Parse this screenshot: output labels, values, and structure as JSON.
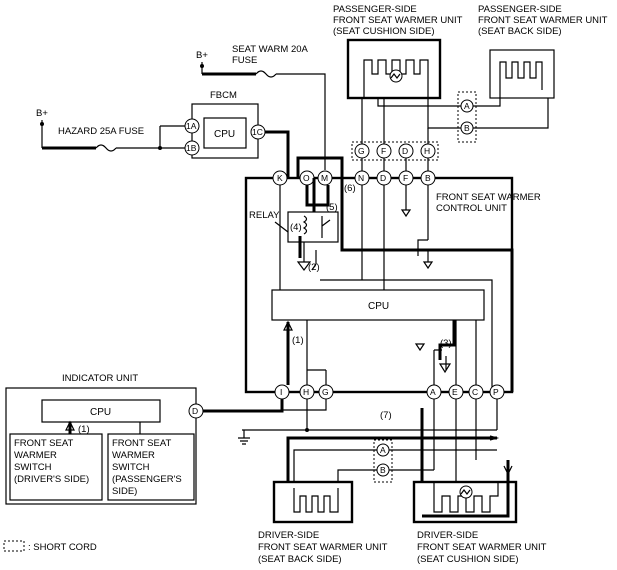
{
  "labels": {
    "pass_cushion": [
      "PASSENGER-SIDE",
      "FRONT SEAT WARMER UNIT",
      "(SEAT CUSHION SIDE)"
    ],
    "pass_back": [
      "PASSENGER-SIDE",
      "FRONT SEAT WARMER UNIT",
      "(SEAT BACK SIDE)"
    ],
    "seat_warm_fuse": [
      "SEAT WARM 20A",
      "FUSE"
    ],
    "b_plus": "B+",
    "fbcm": "FBCM",
    "hazard_fuse": "HAZARD 25A FUSE",
    "cpu": "CPU",
    "fswcu": [
      "FRONT SEAT WARMER",
      "CONTROL UNIT"
    ],
    "relay": "RELAY",
    "indicator_unit": "INDICATOR UNIT",
    "drv_switch": [
      "FRONT SEAT",
      "WARMER",
      "SWITCH",
      "(DRIVER'S SIDE)"
    ],
    "pass_switch": [
      "FRONT SEAT",
      "WARMER",
      "SWITCH",
      "(PASSENGER'S",
      "SIDE)"
    ],
    "drv_back": [
      "DRIVER-SIDE",
      "FRONT SEAT WARMER UNIT",
      "(SEAT BACK SIDE)"
    ],
    "drv_cushion": [
      "DRIVER-SIDE",
      "FRONT SEAT WARMER UNIT",
      "(SEAT CUSHION SIDE)"
    ],
    "legend": ": SHORT CORD"
  },
  "pins": {
    "fbcm_1a": "1A",
    "fbcm_1b": "1B",
    "fbcm_1c": "1C",
    "top_k": "K",
    "top_o": "O",
    "top_m": "M",
    "top_n": "N",
    "top_d": "D",
    "top_f": "F",
    "top_b": "B",
    "sc_g": "G",
    "sc_f": "F",
    "sc_d": "D",
    "sc_h": "H",
    "pass_a": "A",
    "pass_b": "B",
    "bot_i": "I",
    "bot_h": "H",
    "bot_g": "G",
    "bot_a": "A",
    "bot_e": "E",
    "bot_c": "C",
    "bot_p": "P",
    "ind_d": "D",
    "drv_a": "A",
    "drv_b": "B"
  },
  "paths": {
    "p1": "(1)",
    "p1b": "(1)",
    "p2": "(2)",
    "p3": "(3)",
    "p4": "(4)",
    "p5": "(5)",
    "p6": "(6)",
    "p7": "(7)"
  }
}
